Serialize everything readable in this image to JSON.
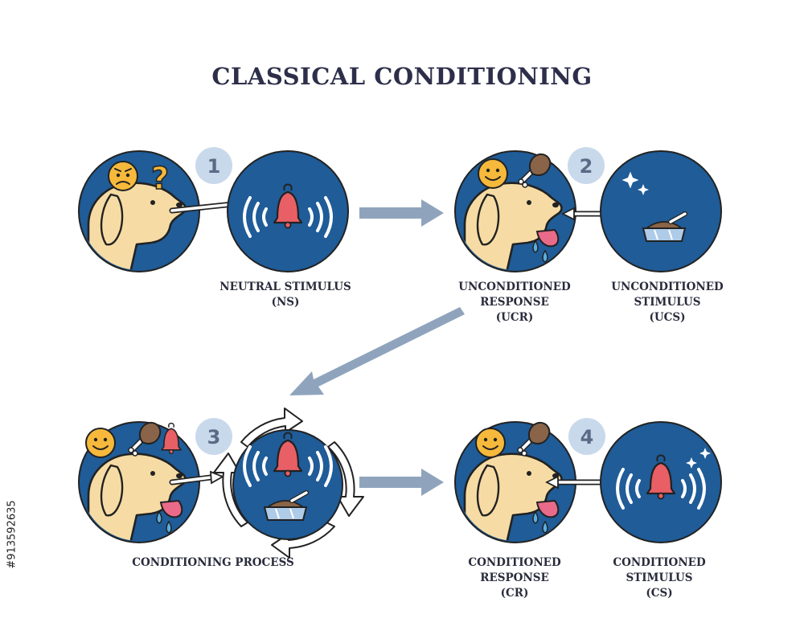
{
  "title": "CLASSICAL CONDITIONING",
  "stock_id": "#913592635",
  "colors": {
    "circle": "#1f5c98",
    "dog": "#f6dca4",
    "arrow": "#8fa4bc",
    "badge": "#c9d9ec",
    "bell": "#e95f66",
    "outline": "#222222"
  },
  "steps": [
    {
      "number": "1",
      "labels": [
        {
          "lines": [
            "NEUTRAL STIMULUS",
            "(NS)"
          ]
        }
      ]
    },
    {
      "number": "2",
      "labels": [
        {
          "lines": [
            "UNCONDITIONED",
            "RESPONSE",
            "(UCR)"
          ]
        },
        {
          "lines": [
            "UNCONDITIONED",
            "STIMULUS",
            "(UCS)"
          ]
        }
      ]
    },
    {
      "number": "3",
      "labels": [
        {
          "lines": [
            "CONDITIONING PROCESS"
          ]
        }
      ]
    },
    {
      "number": "4",
      "labels": [
        {
          "lines": [
            "CONDITIONED",
            "RESPONSE",
            "(CR)"
          ]
        },
        {
          "lines": [
            "CONDITIONED",
            "STIMULUS",
            "(CS)"
          ]
        }
      ]
    }
  ]
}
